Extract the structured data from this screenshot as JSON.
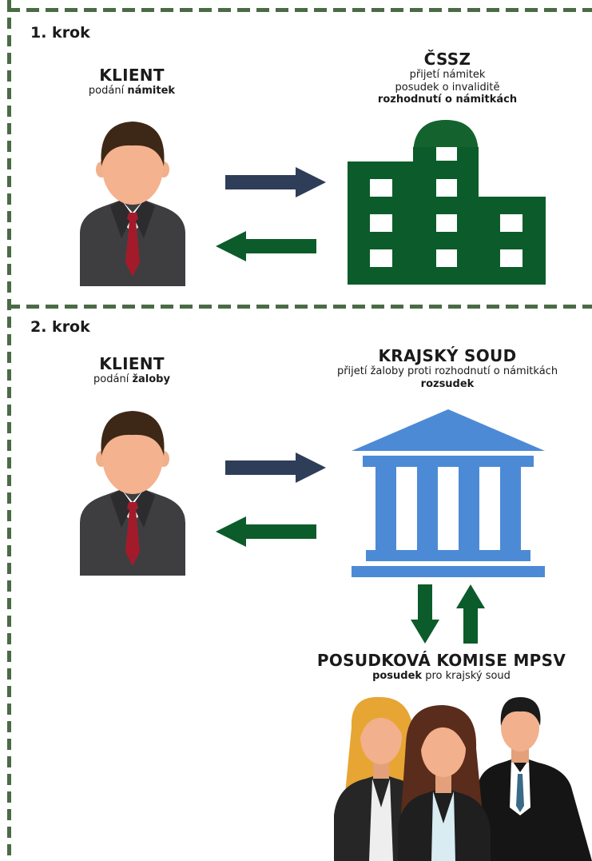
{
  "step1": {
    "title": "1. krok",
    "client": {
      "name": "KLIENT",
      "action_plain": "podání ",
      "action_bold": "námitek"
    },
    "authority": {
      "name": "ČSSZ",
      "line1": "přijetí námitek",
      "line2": "posudek o invaliditě",
      "line3": "rozhodnutí o námitkách",
      "icon": "building-icon",
      "color": "#0b5c2a"
    }
  },
  "step2": {
    "title": "2. krok",
    "client": {
      "name": "KLIENT",
      "action_plain": "podání ",
      "action_bold": "žaloby"
    },
    "court": {
      "name": "KRAJSKÝ SOUD",
      "line1": "přijetí žaloby proti rozhodnutí o námitkách",
      "line2": "rozsudek",
      "icon": "courthouse-icon",
      "color": "#4d8ad6"
    },
    "commission": {
      "name": "POSUDKOVÁ KOMISE MPSV",
      "line_bold": "posudek",
      "line_plain": " pro krajský soud",
      "icon": "group-of-people-icon"
    }
  },
  "colors": {
    "arrow_out": "#2e3d58",
    "arrow_back": "#0b5c2a",
    "divider": "#4a6b45"
  }
}
